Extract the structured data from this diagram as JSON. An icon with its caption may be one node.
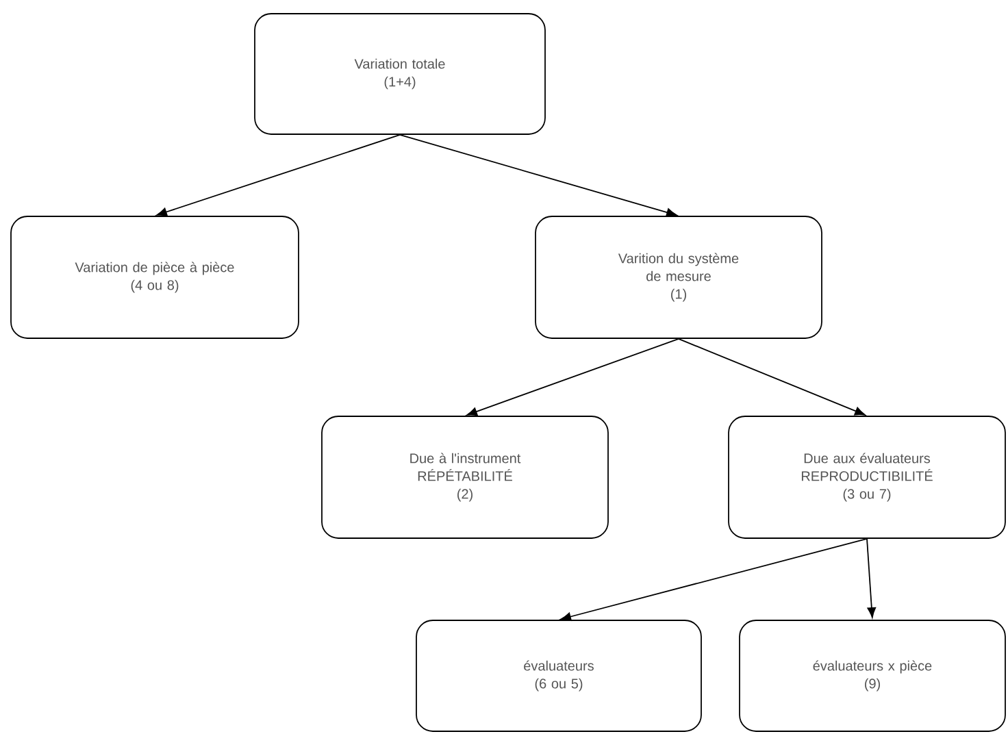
{
  "diagram": {
    "nodes": [
      {
        "text": [
          "Variation totale",
          "(1+4)"
        ]
      },
      {
        "text": [
          "Variation de pièce à pièce",
          "(4 ou 8)"
        ]
      },
      {
        "text": [
          "Varition du système de mesure",
          "(1)"
        ]
      },
      {
        "text": [
          "Due à l'instrument",
          "RÉPÉTABILITÉ",
          "(2)"
        ]
      },
      {
        "text": [
          "Due aux évaluateurs",
          "REPRODUCTIBILITÉ",
          "(3 ou 7)"
        ]
      },
      {
        "text": [
          "évaluateurs",
          "(6 ou 5)"
        ]
      },
      {
        "text": [
          "évaluateurs x pièce",
          "(9)"
        ]
      }
    ],
    "edges": [
      {
        "from": 0,
        "to": 1,
        "arrow": "to"
      },
      {
        "from": 0,
        "to": 2,
        "arrow": "to"
      },
      {
        "from": 2,
        "to": 3,
        "arrow": "to"
      },
      {
        "from": 2,
        "to": 4,
        "arrow": "to"
      },
      {
        "from": 4,
        "to": 5,
        "arrow": "to"
      },
      {
        "from": 4,
        "to": 6,
        "arrow": "to"
      }
    ]
  }
}
